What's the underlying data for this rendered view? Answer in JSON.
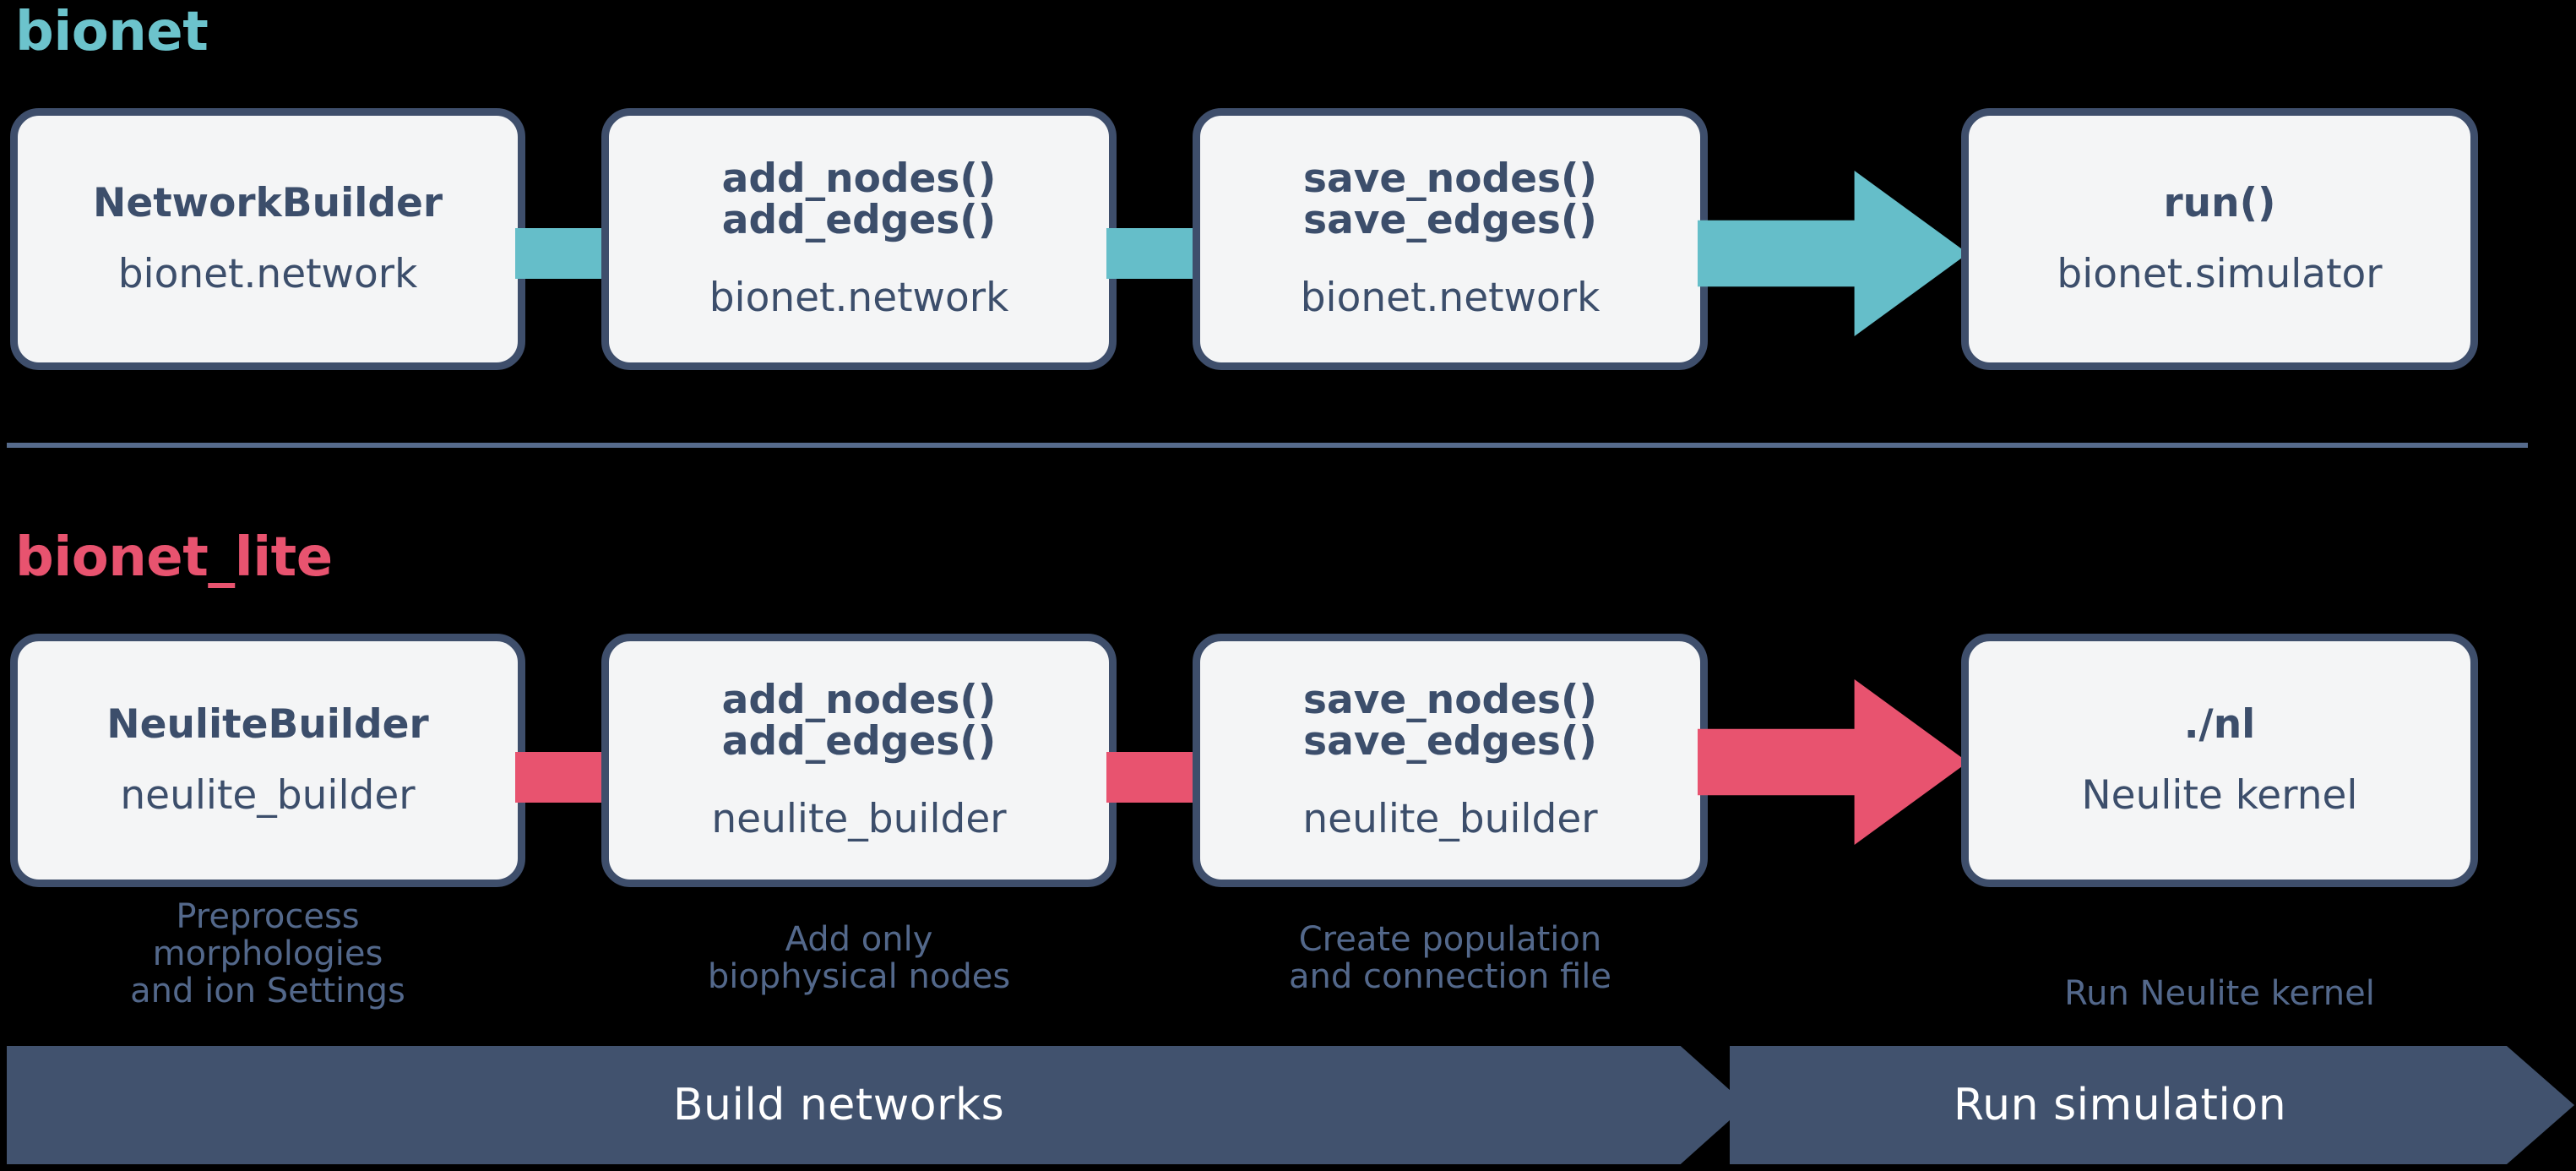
{
  "sections": [
    {
      "title": "bionet",
      "accent": "#6CC3CC",
      "steps": [
        {
          "title": "NetworkBuilder",
          "sub": "bionet.network"
        },
        {
          "title": "add_nodes()\nadd_edges()",
          "sub": "bionet.network"
        },
        {
          "title": "save_nodes()\nsave_edges()",
          "sub": "bionet.network"
        },
        {
          "title": "run()",
          "sub": "bionet.simulator"
        }
      ]
    },
    {
      "title": "bionet_lite",
      "accent": "#E8536F",
      "steps": [
        {
          "title": "NeuliteBuilder",
          "sub": "neulite_builder",
          "caption": "Preprocess\nmorphologies\nand ion Settings"
        },
        {
          "title": "add_nodes()\nadd_edges()",
          "sub": "neulite_builder",
          "caption": "Add only\nbiophysical nodes"
        },
        {
          "title": "save_nodes()\nsave_edges()",
          "sub": "neulite_builder",
          "caption": "Create population\nand connection file"
        },
        {
          "title": "./nl",
          "sub": "Neulite kernel",
          "caption": "Run Neulite kernel"
        }
      ]
    }
  ],
  "phases": [
    {
      "label": "Build networks"
    },
    {
      "label": "Run simulation"
    }
  ],
  "colors": {
    "background": "#000000",
    "box_fill": "#F4F5F6",
    "box_border": "#3E4E6B",
    "text": "#3C4E6B",
    "caption_text": "#53688B",
    "teal_accent": "#65BEC9",
    "pink_accent": "#E8536F",
    "banner_fill": "#41526E",
    "banner_text": "#FFFFFF",
    "divider": "#566B8C"
  }
}
